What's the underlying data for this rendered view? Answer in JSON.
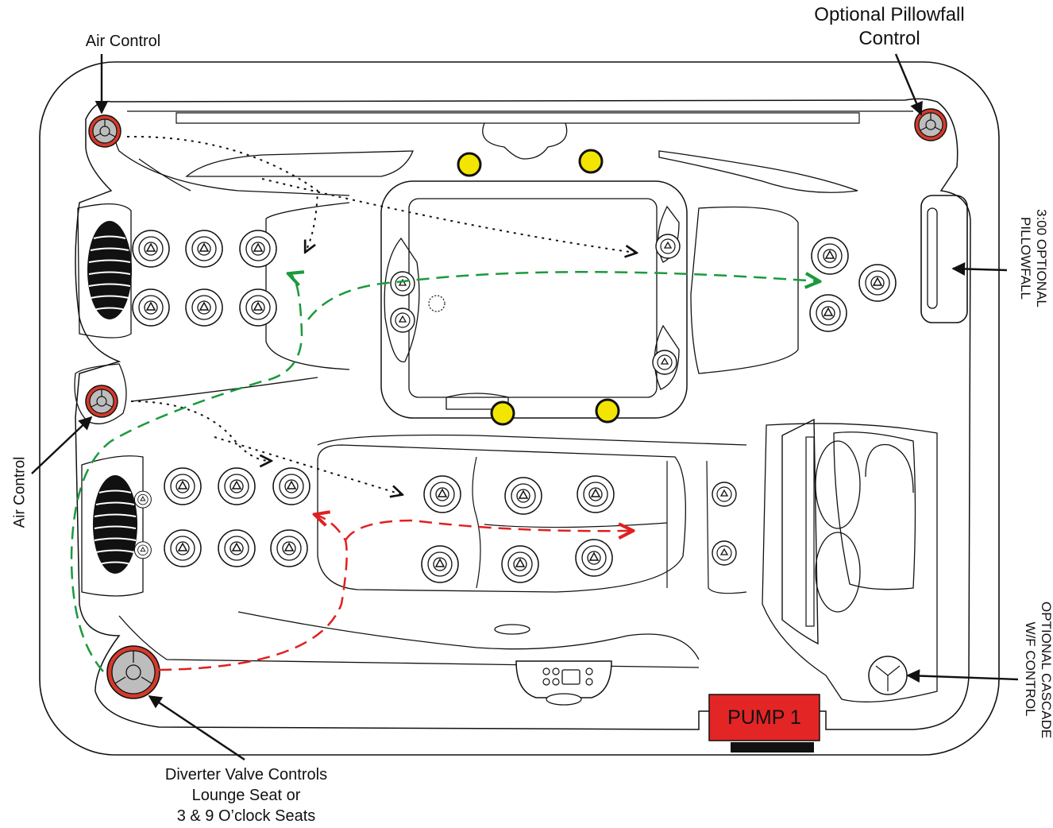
{
  "labels": {
    "air_control_top": "Air Control",
    "pillowfall_control_line1": "Optional Pillowfall",
    "pillowfall_control_line2": "Control",
    "pillowfall_side_line1": "3:00  OPTIONAL",
    "pillowfall_side_line2": "PILLOWFALL",
    "air_control_side": "Air Control",
    "cascade_line1": "OPTIONAL CASCADE",
    "cascade_line2": "W/F CONTROL",
    "diverter_line1": "Diverter Valve Controls",
    "diverter_line2": "Lounge Seat or",
    "diverter_line3": "3 & 9 O’clock Seats",
    "pump": "PUMP 1"
  },
  "colors": {
    "outline": "#111111",
    "control_ring": "#d63a2a",
    "control_fill": "#bdbdbd",
    "light": "#f2e600",
    "green_flow": "#1a9a3c",
    "red_flow": "#e02020",
    "pump": "#e32526"
  },
  "icons": {
    "jet": "jet-icon",
    "light": "led-light-icon",
    "air_control": "air-control-knob-icon",
    "diverter": "diverter-valve-icon"
  }
}
